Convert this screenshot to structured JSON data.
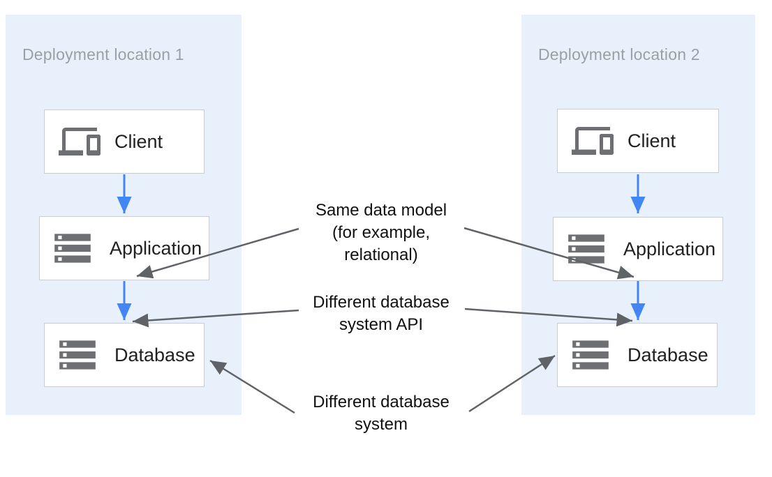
{
  "panels": [
    {
      "title": "Deployment location 1",
      "nodes": [
        {
          "label": "Client",
          "icon": "devices-icon"
        },
        {
          "label": "Application",
          "icon": "storage-icon"
        },
        {
          "label": "Database",
          "icon": "storage-icon"
        }
      ]
    },
    {
      "title": "Deployment location 2",
      "nodes": [
        {
          "label": "Client",
          "icon": "devices-icon"
        },
        {
          "label": "Application",
          "icon": "storage-icon"
        },
        {
          "label": "Database",
          "icon": "storage-icon"
        }
      ]
    }
  ],
  "annotations": [
    {
      "lines": [
        "Same data model",
        "(for example,",
        "relational)"
      ]
    },
    {
      "lines": [
        "Different database",
        "system API"
      ]
    },
    {
      "lines": [
        "Different database",
        "system"
      ]
    }
  ],
  "colors": {
    "canvas_bg": "#ffffff",
    "panel_bg": "#e8f1fb",
    "panel_title": "#9aa0a6",
    "node_bg": "#ffffff",
    "node_border": "#c9cdd2",
    "node_label": "#212121",
    "icon_gray": "#6d6f72",
    "arrow_blue": "#4285f4",
    "arrow_gray": "#5f6368",
    "annotation_text": "#111111"
  }
}
